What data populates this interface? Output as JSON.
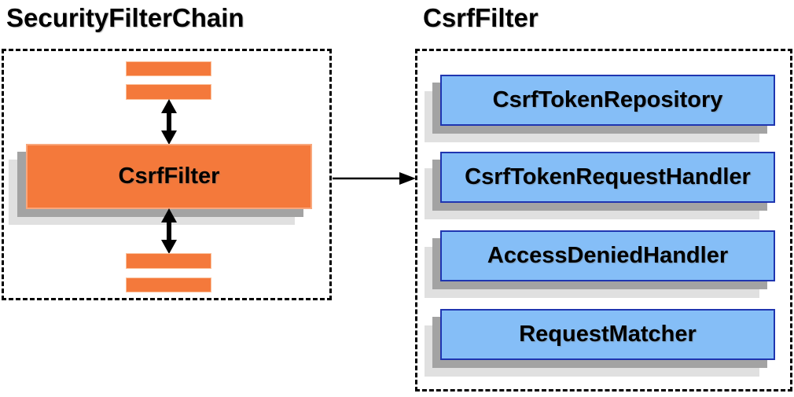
{
  "left_panel": {
    "title": "SecurityFilterChain",
    "csrf_filter_label": "CsrfFilter"
  },
  "right_panel": {
    "title": "CsrfFilter",
    "components": [
      "CsrfTokenRepository",
      "CsrfTokenRequestHandler",
      "AccessDeniedHandler",
      "RequestMatcher"
    ]
  },
  "colors": {
    "background": "#ffffff",
    "orange_fill": "#f4793b",
    "orange_border": "#f9a77c",
    "blue_fill": "#85bef7",
    "blue_border": "#1f35b0",
    "shadow_dark": "#a3a3a3",
    "shadow_light": "#e0e0e0",
    "arrow": "#000000",
    "text": "#000000"
  }
}
